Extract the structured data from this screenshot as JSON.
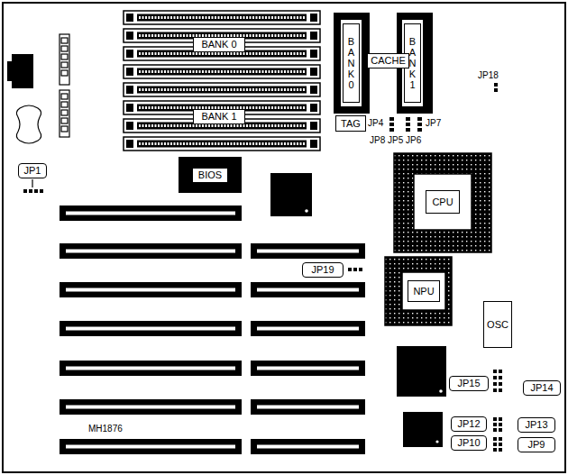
{
  "diagram": {
    "nodes": [
      {
        "text": [
          "BANK 0"
        ]
      },
      {
        "text": [
          "BANK 1"
        ]
      },
      {
        "text": [
          "BANK 0"
        ]
      },
      {
        "text": [
          "BANK 1"
        ]
      },
      {
        "text": [
          "CACHE"
        ]
      },
      {
        "text": [
          "TAG"
        ]
      },
      {
        "text": [
          "BIOS"
        ]
      },
      {
        "text": [
          "CPU"
        ]
      },
      {
        "text": [
          "NPU"
        ]
      },
      {
        "text": [
          "OSC"
        ]
      },
      {
        "text": [
          "JP1"
        ]
      },
      {
        "text": [
          "JP19"
        ]
      },
      {
        "text": [
          "JP15"
        ]
      },
      {
        "text": [
          "JP14"
        ]
      },
      {
        "text": [
          "JP12"
        ]
      },
      {
        "text": [
          "JP13"
        ]
      },
      {
        "text": [
          "JP10"
        ]
      },
      {
        "text": [
          "JP9"
        ]
      }
    ],
    "labels": [
      "JP18",
      "JP4",
      "JP7",
      "JP8",
      "JP5",
      "JP6",
      "MH1876"
    ]
  }
}
